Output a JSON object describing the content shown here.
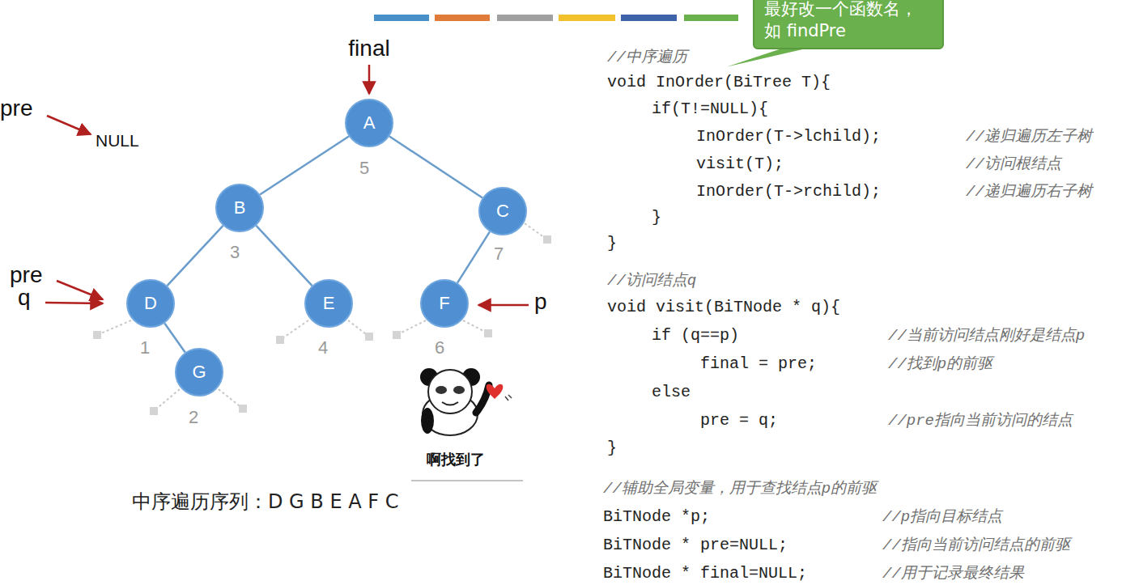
{
  "diagram": {
    "caption": "中序遍历序列：D G B E A F C",
    "nodes": [
      {
        "text": [
          "最好改一个函数名，如 findPre"
        ]
      },
      {
        "text": [
          "A"
        ]
      },
      {
        "text": [
          "B"
        ]
      },
      {
        "text": [
          "C"
        ]
      },
      {
        "text": [
          "D"
        ]
      },
      {
        "text": [
          "E"
        ]
      },
      {
        "text": [
          "F"
        ]
      },
      {
        "text": [
          "G"
        ]
      }
    ],
    "edges": [
      {
        "from": 1,
        "to": 2,
        "arrow": "none"
      },
      {
        "from": 1,
        "to": 3,
        "arrow": "none"
      },
      {
        "from": 2,
        "to": 4,
        "arrow": "none"
      },
      {
        "from": 2,
        "to": 5,
        "arrow": "none"
      },
      {
        "from": 3,
        "to": 6,
        "arrow": "none"
      },
      {
        "from": 4,
        "to": 7,
        "arrow": "none"
      }
    ],
    "labels": [
      "final",
      "pre",
      "NULL",
      "pre",
      "q",
      "p",
      "5",
      "3",
      "7",
      "1",
      "4",
      "6",
      "2",
      "啊找到了",
      "//中序遍历",
      "void InOrder(BiTree T){",
      "if(T!=NULL){",
      "InOrder(T->lchild);",
      "//递归遍历左子树",
      "visit(T);",
      "//访问根结点",
      "InOrder(T->rchild);",
      "//递归遍历右子树",
      "}",
      "}",
      "//访问结点q",
      "void visit(BiTNode * q){",
      "if (q==p)",
      "//当前访问结点刚好是结点p",
      "final = pre;",
      "//找到p的前驱",
      "else",
      "pre = q;",
      "//pre指向当前访问的结点",
      "}",
      "//辅助全局变量，用于查找结点p的前驱",
      "BiTNode *p;",
      "//p指向目标结点",
      "BiTNode * pre=NULL;",
      "//指向当前访问结点的前驱",
      "BiTNode * final=NULL;",
      "//用于记录最终结果"
    ]
  }
}
